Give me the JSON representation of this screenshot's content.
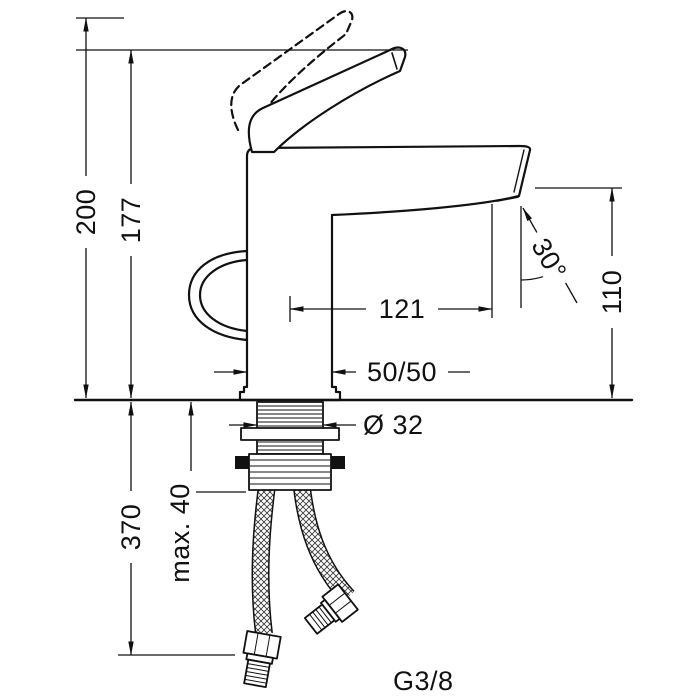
{
  "page": {
    "background_color": "#ffffff",
    "line_color": "#111111"
  },
  "dimensions": {
    "overall_height": "200",
    "spout_top_height": "177",
    "spout_reach": "121",
    "outlet_height": "110",
    "spray_angle": "30°",
    "base_size": "50/50",
    "hole_diameter": "Ø 32",
    "max_deck_thickness": "max. 40",
    "hose_length": "370",
    "connection_thread": "G3/8"
  }
}
